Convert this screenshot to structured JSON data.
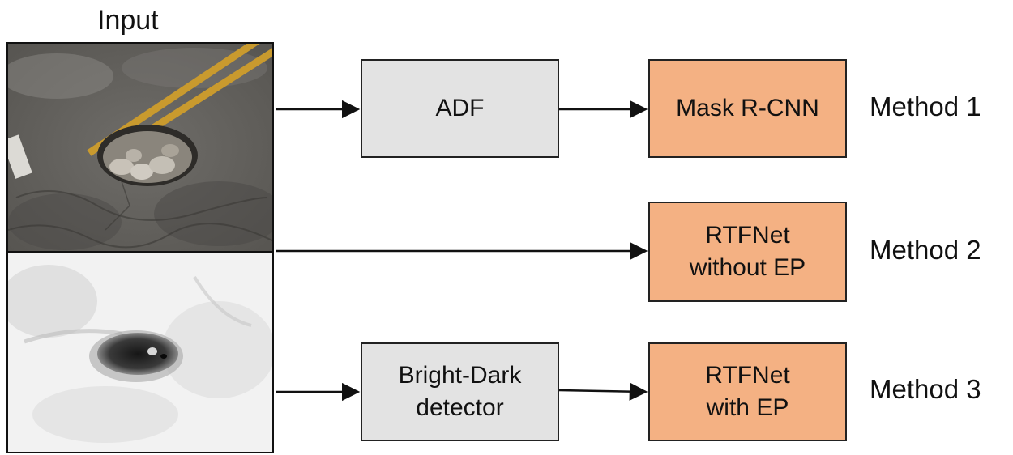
{
  "input_label": "Input",
  "blocks": {
    "adf": "ADF",
    "mask_rcnn": "Mask R-CNN",
    "rtfnet_without_ep": [
      "RTFNet",
      "without EP"
    ],
    "bright_dark": [
      "Bright-Dark",
      "detector"
    ],
    "rtfnet_with_ep": [
      "RTFNet",
      "with EP"
    ]
  },
  "methods": [
    "Method 1",
    "Method 2",
    "Method 3"
  ],
  "colors": {
    "process_block": "#e3e3e3",
    "network_block": "#f4b183",
    "stroke": "#111111"
  }
}
